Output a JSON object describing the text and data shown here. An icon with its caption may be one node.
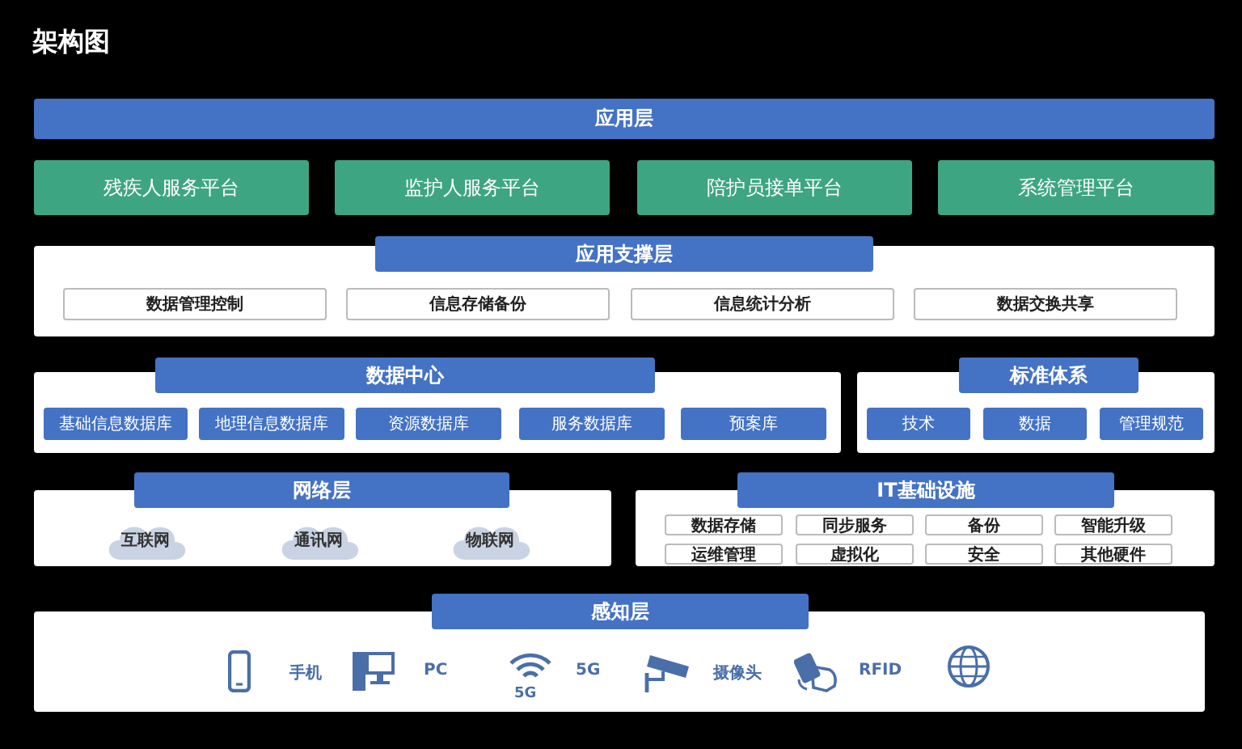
{
  "diagram": {
    "title": "架构图",
    "nodes": [
      {
        "text": [
          "应用层"
        ]
      },
      {
        "text": [
          "残疾人服务平台"
        ]
      },
      {
        "text": [
          "监护人服务平台"
        ]
      },
      {
        "text": [
          "陪护员接单平台"
        ]
      },
      {
        "text": [
          "系统管理平台"
        ]
      },
      {
        "text": [
          "应用支撑层"
        ]
      },
      {
        "text": [
          "数据管理控制"
        ],
        "in": 5
      },
      {
        "text": [
          "信息存储备份"
        ],
        "in": 5
      },
      {
        "text": [
          "信息统计分析"
        ],
        "in": 5
      },
      {
        "text": [
          "数据交换共享"
        ],
        "in": 5
      },
      {
        "text": [
          "数据中心"
        ]
      },
      {
        "text": [
          "基础信息数据库"
        ],
        "in": 10
      },
      {
        "text": [
          "地理信息数据库"
        ],
        "in": 10
      },
      {
        "text": [
          "资源数据库"
        ],
        "in": 10
      },
      {
        "text": [
          "服务数据库"
        ],
        "in": 10
      },
      {
        "text": [
          "预案库"
        ],
        "in": 10
      },
      {
        "text": [
          "标准体系"
        ]
      },
      {
        "text": [
          "技术"
        ],
        "in": 16
      },
      {
        "text": [
          "数据"
        ],
        "in": 16
      },
      {
        "text": [
          "管理规范"
        ],
        "in": 16
      },
      {
        "text": [
          "网络层"
        ]
      },
      {
        "text": [
          "互联网"
        ],
        "in": 20
      },
      {
        "text": [
          "通讯网"
        ],
        "in": 20
      },
      {
        "text": [
          "物联网"
        ],
        "in": 20
      },
      {
        "text": [
          "IT基础设施"
        ]
      },
      {
        "text": [
          "数据存储"
        ],
        "in": 24
      },
      {
        "text": [
          "同步服务"
        ],
        "in": 24
      },
      {
        "text": [
          "备份"
        ],
        "in": 24
      },
      {
        "text": [
          "智能升级"
        ],
        "in": 24
      },
      {
        "text": [
          "运维管理"
        ],
        "in": 24
      },
      {
        "text": [
          "虚拟化"
        ],
        "in": 24
      },
      {
        "text": [
          "安全"
        ],
        "in": 24
      },
      {
        "text": [
          "其他硬件"
        ],
        "in": 24
      },
      {
        "text": [
          "感知层"
        ]
      }
    ],
    "labels": [
      "手机",
      "PC",
      "5G",
      "5G",
      "摄像头",
      "RFID"
    ]
  }
}
